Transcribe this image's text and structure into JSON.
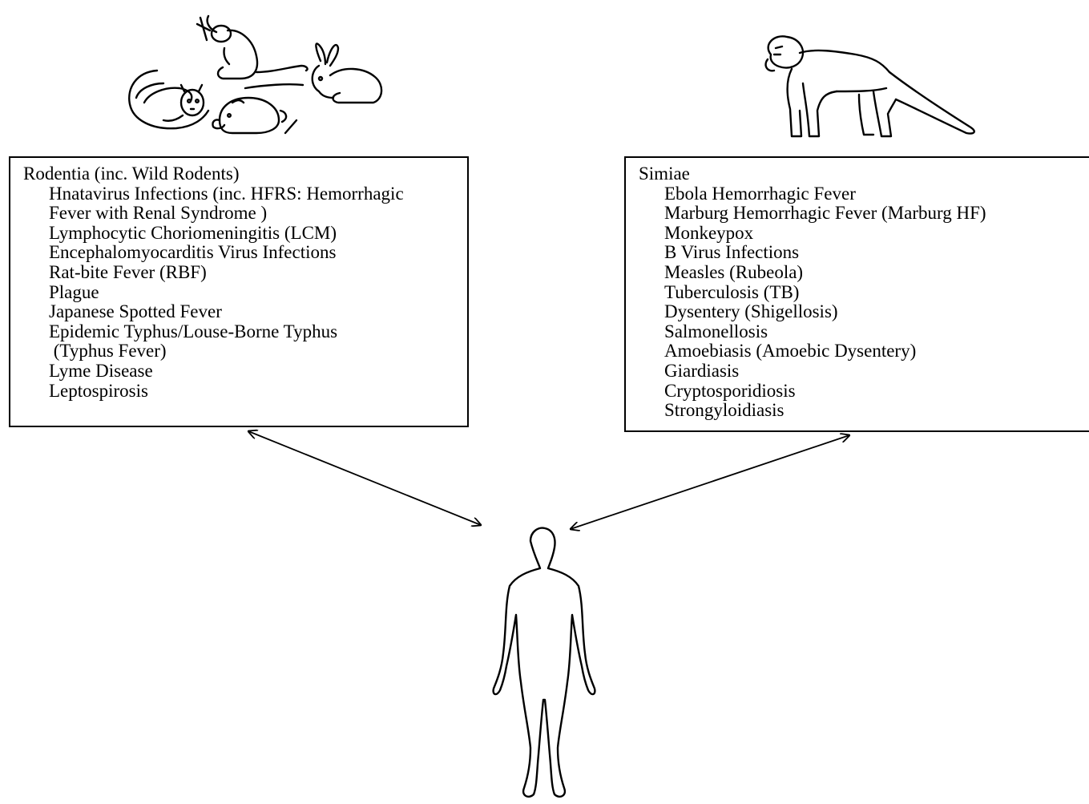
{
  "rodentia": {
    "title": "Rodentia (inc. Wild Rodents)",
    "diseases": [
      "Hnatavirus Infections (inc. HFRS: Hemorrhagic",
      "Fever with Renal Syndrome )",
      "Lymphocytic Choriomeningitis (LCM)",
      "Encephalomyocarditis Virus Infections",
      "Rat-bite Fever (RBF)",
      "Plague",
      "Japanese Spotted Fever",
      "Epidemic Typhus/Louse-Borne Typhus",
      " (Typhus Fever)",
      "Lyme Disease",
      "Leptospirosis"
    ]
  },
  "simiae": {
    "title": "Simiae",
    "diseases": [
      "Ebola Hemorrhagic Fever",
      "Marburg Hemorrhagic Fever (Marburg HF)",
      "Monkeypox",
      "B Virus Infections",
      "Measles (Rubeola)",
      "Tuberculosis (TB)",
      "Dysentery (Shigellosis)",
      "Salmonellosis",
      "Amoebiasis (Amoebic Dysentery)",
      "Giardiasis",
      "Cryptosporidiosis",
      "Strongyloidiasis"
    ]
  },
  "icons": {
    "rodents": "rodents-group-icon",
    "monkey": "monkey-icon",
    "human": "human-figure-icon"
  }
}
